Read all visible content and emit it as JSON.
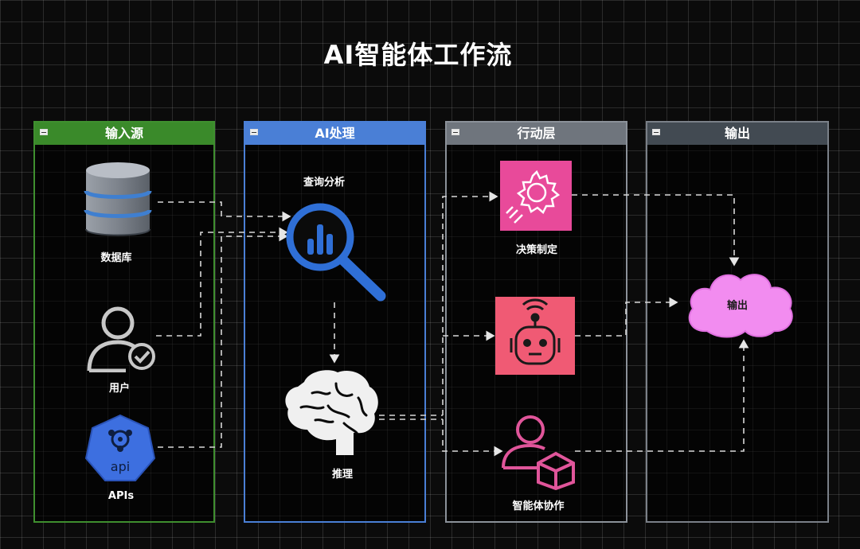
{
  "title": "AI智能体工作流",
  "lanes": {
    "input": "输入源",
    "ai": "AI处理",
    "action": "行动层",
    "output": "输出"
  },
  "nodes": {
    "database": "数据库",
    "user": "用户",
    "apis": "APIs",
    "api_badge": "api",
    "query": "查询分析",
    "reasoning": "推理",
    "decision": "决策制定",
    "collaboration": "智能体协作",
    "output": "输出"
  },
  "colors": {
    "input_lane": "#3a8a2a",
    "ai_lane": "#4a7fd6",
    "action_lane": "#6f757d",
    "output_lane": "#424a52",
    "decision_fill": "#e84a9a",
    "robot_fill": "#f05a74",
    "collab_stroke": "#e0559a",
    "cloud_fill": "#f28cf0",
    "api_blue": "#3d6fe0",
    "magnifier_blue": "#2f6fd6"
  },
  "icons": [
    "database-icon",
    "user-check-icon",
    "api-kubernetes-icon",
    "magnifier-chart-icon",
    "brain-icon",
    "gear-icon",
    "robot-icon",
    "user-box-icon",
    "cloud-icon"
  ]
}
